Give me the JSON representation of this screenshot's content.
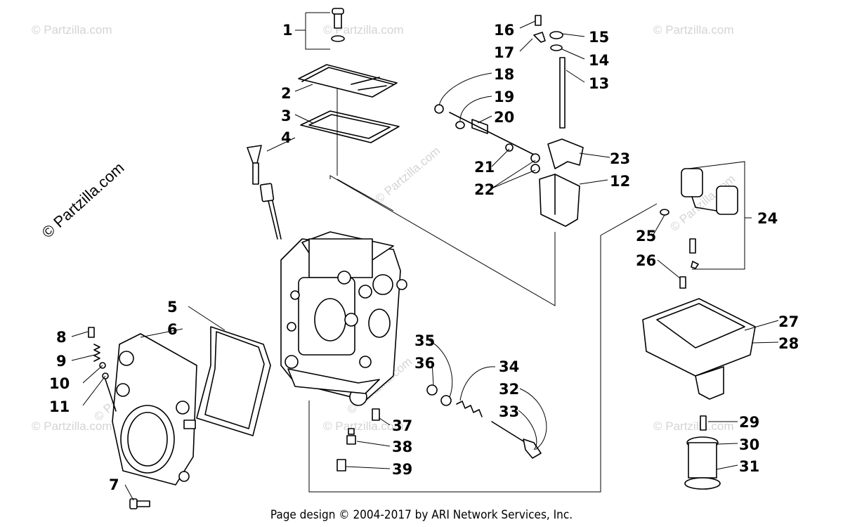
{
  "credit": "Page design © 2004-2017 by ARI Network Services, Inc.",
  "watermarks": {
    "side": "© Partzilla.com",
    "corner": "© Partzilla.com"
  },
  "callouts": [
    "1",
    "2",
    "3",
    "4",
    "5",
    "6",
    "7",
    "8",
    "9",
    "10",
    "11",
    "12",
    "13",
    "14",
    "15",
    "16",
    "17",
    "18",
    "19",
    "20",
    "21",
    "22",
    "23",
    "24",
    "25",
    "26",
    "27",
    "28",
    "29",
    "30",
    "31",
    "32",
    "33",
    "34",
    "35",
    "36",
    "37",
    "38",
    "39"
  ],
  "colors": {
    "ink": "#000000",
    "watermark": "#d4d4d4",
    "background": "#ffffff"
  }
}
